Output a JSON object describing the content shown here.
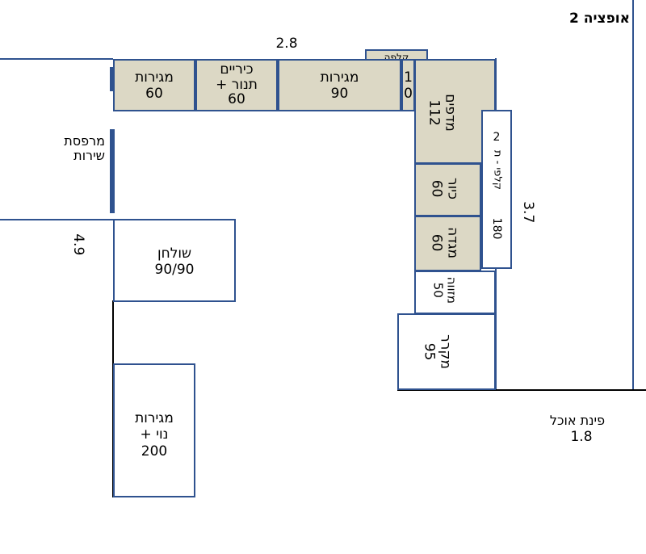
{
  "title": "אופציה 2",
  "dimensions": {
    "top": "2.8",
    "right": "3.7",
    "left": "4.9",
    "dining": "פינת אוכל",
    "dining_size": "1.8"
  },
  "top_row": {
    "hood": "קלפה",
    "drawers_60": {
      "line1": "מגירות",
      "line2": "60"
    },
    "cooktop_oven": {
      "line1": "כיריים",
      "line2": "+ תנור",
      "line3": "60"
    },
    "drawers_90": {
      "line1": "מגירות",
      "line2": "90"
    },
    "filler": {
      "line1": "1",
      "line2": "0"
    }
  },
  "right_column": {
    "shelves": {
      "line1": "מדפים",
      "line2": "112"
    },
    "sink": {
      "line1": "כיור",
      "line2": "60"
    },
    "drawers_60": {
      "line1": "מגדה",
      "line2": "60"
    },
    "dishwasher": {
      "line1": "מזווה",
      "line2": "50"
    },
    "fridge": {
      "line1": "מקרר",
      "line2": "95"
    },
    "peninsula": {
      "top": "2",
      "middle": "קלפי - ת",
      "bottom": "180"
    }
  },
  "left_side": {
    "balcony": {
      "line1": "מרפסת",
      "line2": "שירות"
    },
    "table": {
      "line1": "שולחן",
      "line2": "90/90"
    },
    "drawers_bottom": {
      "line1": "מגירות",
      "line2": "+ נוי",
      "line3": "200"
    }
  },
  "colors": {
    "wall": "#2f528f",
    "unit_fill": "#dcd8c5"
  }
}
